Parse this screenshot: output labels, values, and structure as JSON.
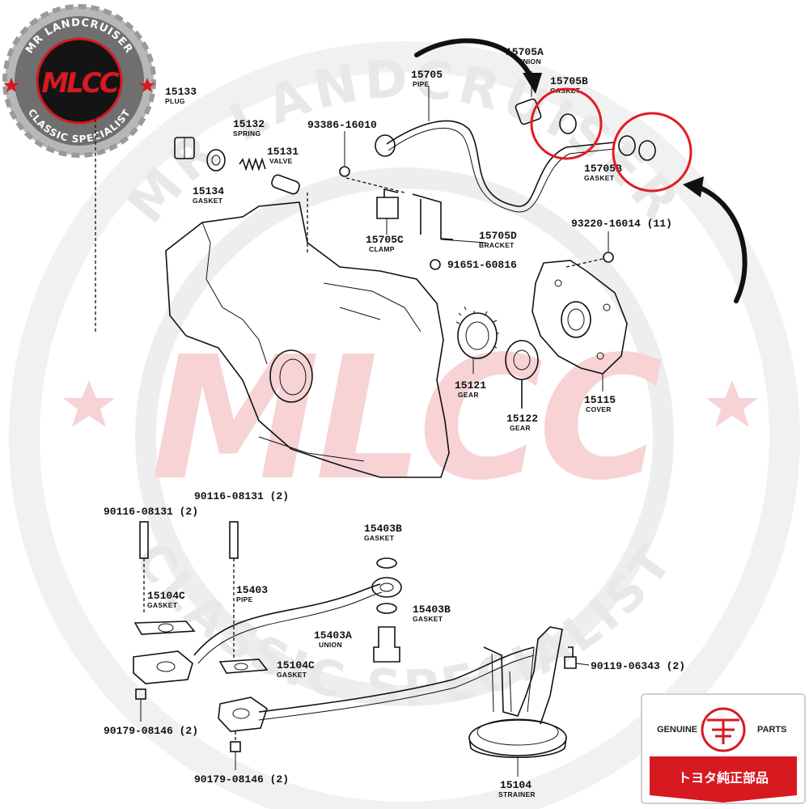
{
  "logo": {
    "top_text": "MR LANDCRUISER",
    "bottom_text": "CLASSIC SPECIALIST",
    "monogram": "MLCC"
  },
  "watermark": {
    "top_text": "MR LANDCRUISER",
    "bottom_text": "CLASSIC SPECIALIST",
    "monogram": "MLCC",
    "color": "#f5c6c8"
  },
  "badge": {
    "left": "GENUINE",
    "right": "PARTS",
    "bottom": "トヨタ純正部品",
    "color": "#d71920"
  },
  "highlight_color": "#e31b23",
  "parts": {
    "p15133": {
      "num": "15133",
      "name": "PLUG"
    },
    "p15134": {
      "num": "15134",
      "name": "GASKET"
    },
    "p15132": {
      "num": "15132",
      "name": "SPRING"
    },
    "p15131": {
      "num": "15131",
      "name": "VALVE"
    },
    "p93386": {
      "num": "93386-16010",
      "name": ""
    },
    "p15705": {
      "num": "15705",
      "name": "PIPE"
    },
    "p15705A": {
      "num": "15705A",
      "name": "UNION"
    },
    "p15705B1": {
      "num": "15705B",
      "name": "GASKET"
    },
    "p15705B2": {
      "num": "15705B",
      "name": "GASKET"
    },
    "p15705C": {
      "num": "15705C",
      "name": "CLAMP"
    },
    "p15705D": {
      "num": "15705D",
      "name": "BRACKET"
    },
    "p91651": {
      "num": "91651-60816",
      "name": ""
    },
    "p93220": {
      "num": "93220-16014 (11)",
      "name": ""
    },
    "p15121": {
      "num": "15121",
      "name": "GEAR"
    },
    "p15122": {
      "num": "15122",
      "name": "GEAR"
    },
    "p15115": {
      "num": "15115",
      "name": "COVER"
    },
    "p90116a": {
      "num": "90116-08131 (2)",
      "name": ""
    },
    "p90116b": {
      "num": "90116-08131 (2)",
      "name": ""
    },
    "p15403B1": {
      "num": "15403B",
      "name": "GASKET"
    },
    "p15403B2": {
      "num": "15403B",
      "name": "GASKET"
    },
    "p15403A": {
      "num": "15403A",
      "name": "UNION"
    },
    "p15104C1": {
      "num": "15104C",
      "name": "GASKET"
    },
    "p15104C2": {
      "num": "15104C",
      "name": "GASKET"
    },
    "p15403": {
      "num": "15403",
      "name": "PIPE"
    },
    "p90119": {
      "num": "90119-06343 (2)",
      "name": ""
    },
    "p90179a": {
      "num": "90179-08146 (2)",
      "name": ""
    },
    "p90179b": {
      "num": "90179-08146 (2)",
      "name": ""
    },
    "p15104": {
      "num": "15104",
      "name": "STRAINER"
    }
  }
}
